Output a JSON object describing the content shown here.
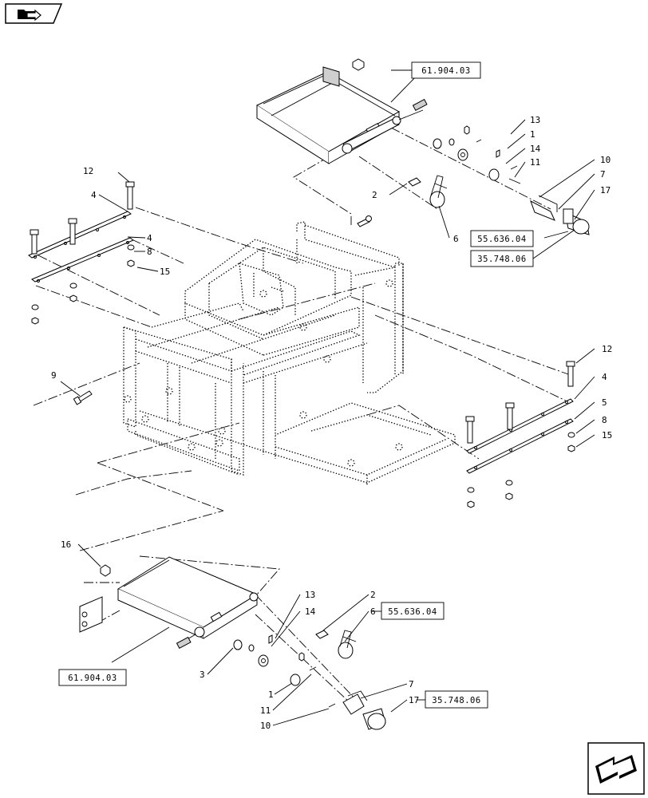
{
  "navigation": {
    "back_icon": "folder-arrow-icon",
    "next_icon": "next-page-arrow-icon"
  },
  "callouts": {
    "c12a": "12",
    "c4a": "4",
    "c4b": "4",
    "c8a": "8",
    "c15a": "15",
    "c2a": "2",
    "c6a": "6",
    "c13a": "13",
    "c1a": "1",
    "c14a": "14",
    "c11a": "11",
    "c10a": "10",
    "c7a": "7",
    "c17a": "17",
    "c9": "9",
    "c12b": "12",
    "c4c": "4",
    "c5": "5",
    "c8b": "8",
    "c15b": "15",
    "c16": "16",
    "c3": "3",
    "c13b": "13",
    "c14b": "14",
    "c2b": "2",
    "c6b": "6",
    "c1b": "1",
    "c11b": "11",
    "c10b": "10",
    "c7b": "7",
    "c17b": "17"
  },
  "references": {
    "top_assembly": "61.904.03",
    "top_ref1": "55.636.04",
    "top_ref2": "35.748.06",
    "bottom_assembly": "61.904.03",
    "bottom_ref1": "55.636.04",
    "bottom_ref2": "35.748.06"
  }
}
